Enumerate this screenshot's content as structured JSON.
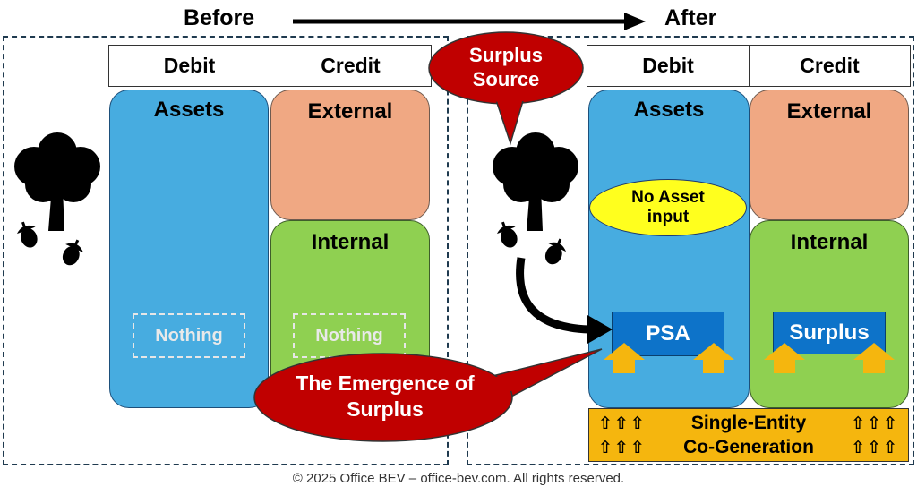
{
  "headers": {
    "before": "Before",
    "after": "After"
  },
  "columns": {
    "debit": "Debit",
    "credit": "Credit"
  },
  "blocks": {
    "assets": "Assets",
    "external": "External",
    "internal": "Internal"
  },
  "before": {
    "debit_nothing": "Nothing",
    "credit_nothing": "Nothing"
  },
  "after": {
    "no_asset_input": "No Asset input",
    "psa": "PSA",
    "surplus": "Surplus",
    "single_entity": "Single-Entity",
    "co_generation": "Co-Generation",
    "arrow_glyphs": "⇧⇧⇧"
  },
  "callouts": {
    "surplus_source": "Surplus Source",
    "emergence": "The Emergence of Surplus"
  },
  "footer": {
    "copyright": "© 2025 Office BEV – office-bev.com. All rights reserved."
  },
  "colors": {
    "assets": "#47ace0",
    "external": "#f0a883",
    "internal": "#8fd051",
    "callout": "#c00000",
    "psa": "#0d73c9",
    "highlight": "#ffff1e",
    "co_gen": "#f5b60e"
  }
}
